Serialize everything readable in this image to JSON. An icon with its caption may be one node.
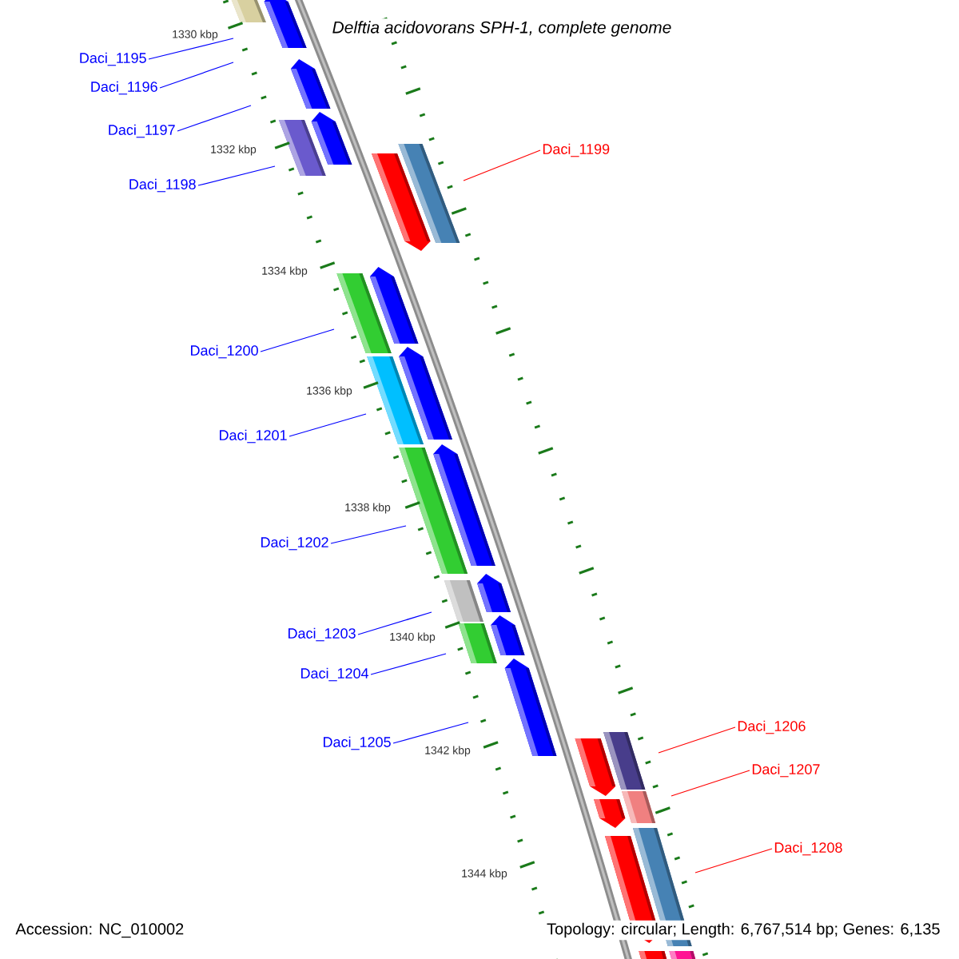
{
  "diagram": {
    "title": "Delftia acidovorans SPH-1, complete genome",
    "nodes": [
      {
        "text": [
          "Daci_1195"
        ]
      },
      {
        "text": [
          "Daci_1196"
        ]
      },
      {
        "text": [
          "Daci_1197"
        ]
      },
      {
        "text": [
          "Daci_1198"
        ]
      },
      {
        "text": [
          "Daci_1199"
        ]
      },
      {
        "text": [
          "Daci_1200"
        ]
      },
      {
        "text": [
          "Daci_1201"
        ]
      },
      {
        "text": [
          "Daci_1202"
        ]
      },
      {
        "text": [
          "Daci_1203"
        ]
      },
      {
        "text": [
          "Daci_1204"
        ]
      },
      {
        "text": [
          "Daci_1205"
        ]
      },
      {
        "text": [
          "Daci_1206"
        ]
      },
      {
        "text": [
          "Daci_1207"
        ]
      },
      {
        "text": [
          "Daci_1208"
        ]
      }
    ],
    "edges": [
      {
        "from": 0,
        "to": null,
        "arrow": "none"
      },
      {
        "from": 1,
        "to": null,
        "arrow": "none"
      },
      {
        "from": 2,
        "to": null,
        "arrow": "none"
      },
      {
        "from": 3,
        "to": null,
        "arrow": "none"
      },
      {
        "from": 4,
        "to": null,
        "arrow": "none",
        "color": "#ff0000"
      },
      {
        "from": 5,
        "to": null,
        "arrow": "none"
      },
      {
        "from": 6,
        "to": null,
        "arrow": "none"
      },
      {
        "from": 7,
        "to": null,
        "arrow": "none"
      },
      {
        "from": 8,
        "to": null,
        "arrow": "none"
      },
      {
        "from": 9,
        "to": null,
        "arrow": "none"
      },
      {
        "from": 10,
        "to": null,
        "arrow": "none"
      },
      {
        "from": 11,
        "to": null,
        "arrow": "none",
        "color": "#ff0000"
      },
      {
        "from": 12,
        "to": null,
        "arrow": "none",
        "color": "#ff0000"
      },
      {
        "from": 13,
        "to": null,
        "arrow": "none",
        "color": "#ff0000"
      }
    ],
    "labels": [
      "1330 kbp",
      "1332 kbp",
      "1334 kbp",
      "1336 kbp",
      "1338 kbp",
      "1340 kbp",
      "1342 kbp",
      "1344 kbp",
      "Accession: NC_010002",
      "Topology: circular; Length: 6,767,514 bp; Genes: 6,135"
    ]
  }
}
